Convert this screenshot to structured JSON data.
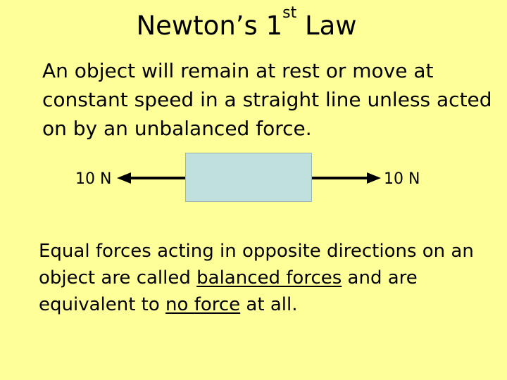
{
  "slide": {
    "title_main": "Newton’s 1",
    "title_sup": "st",
    "title_end": " Law",
    "statement": "An object will remain at rest or move at constant speed in a straight line unless acted on by an unbalanced force.",
    "diagram": {
      "left_force": "10 N",
      "right_force": "10 N",
      "box_color": "#bfe0dd"
    },
    "conclusion": {
      "part1": "Equal forces acting in opposite directions on an object are called ",
      "term1": "balanced forces",
      "part2": " and are equivalent to ",
      "term2": "no force",
      "part3": " at all."
    }
  }
}
